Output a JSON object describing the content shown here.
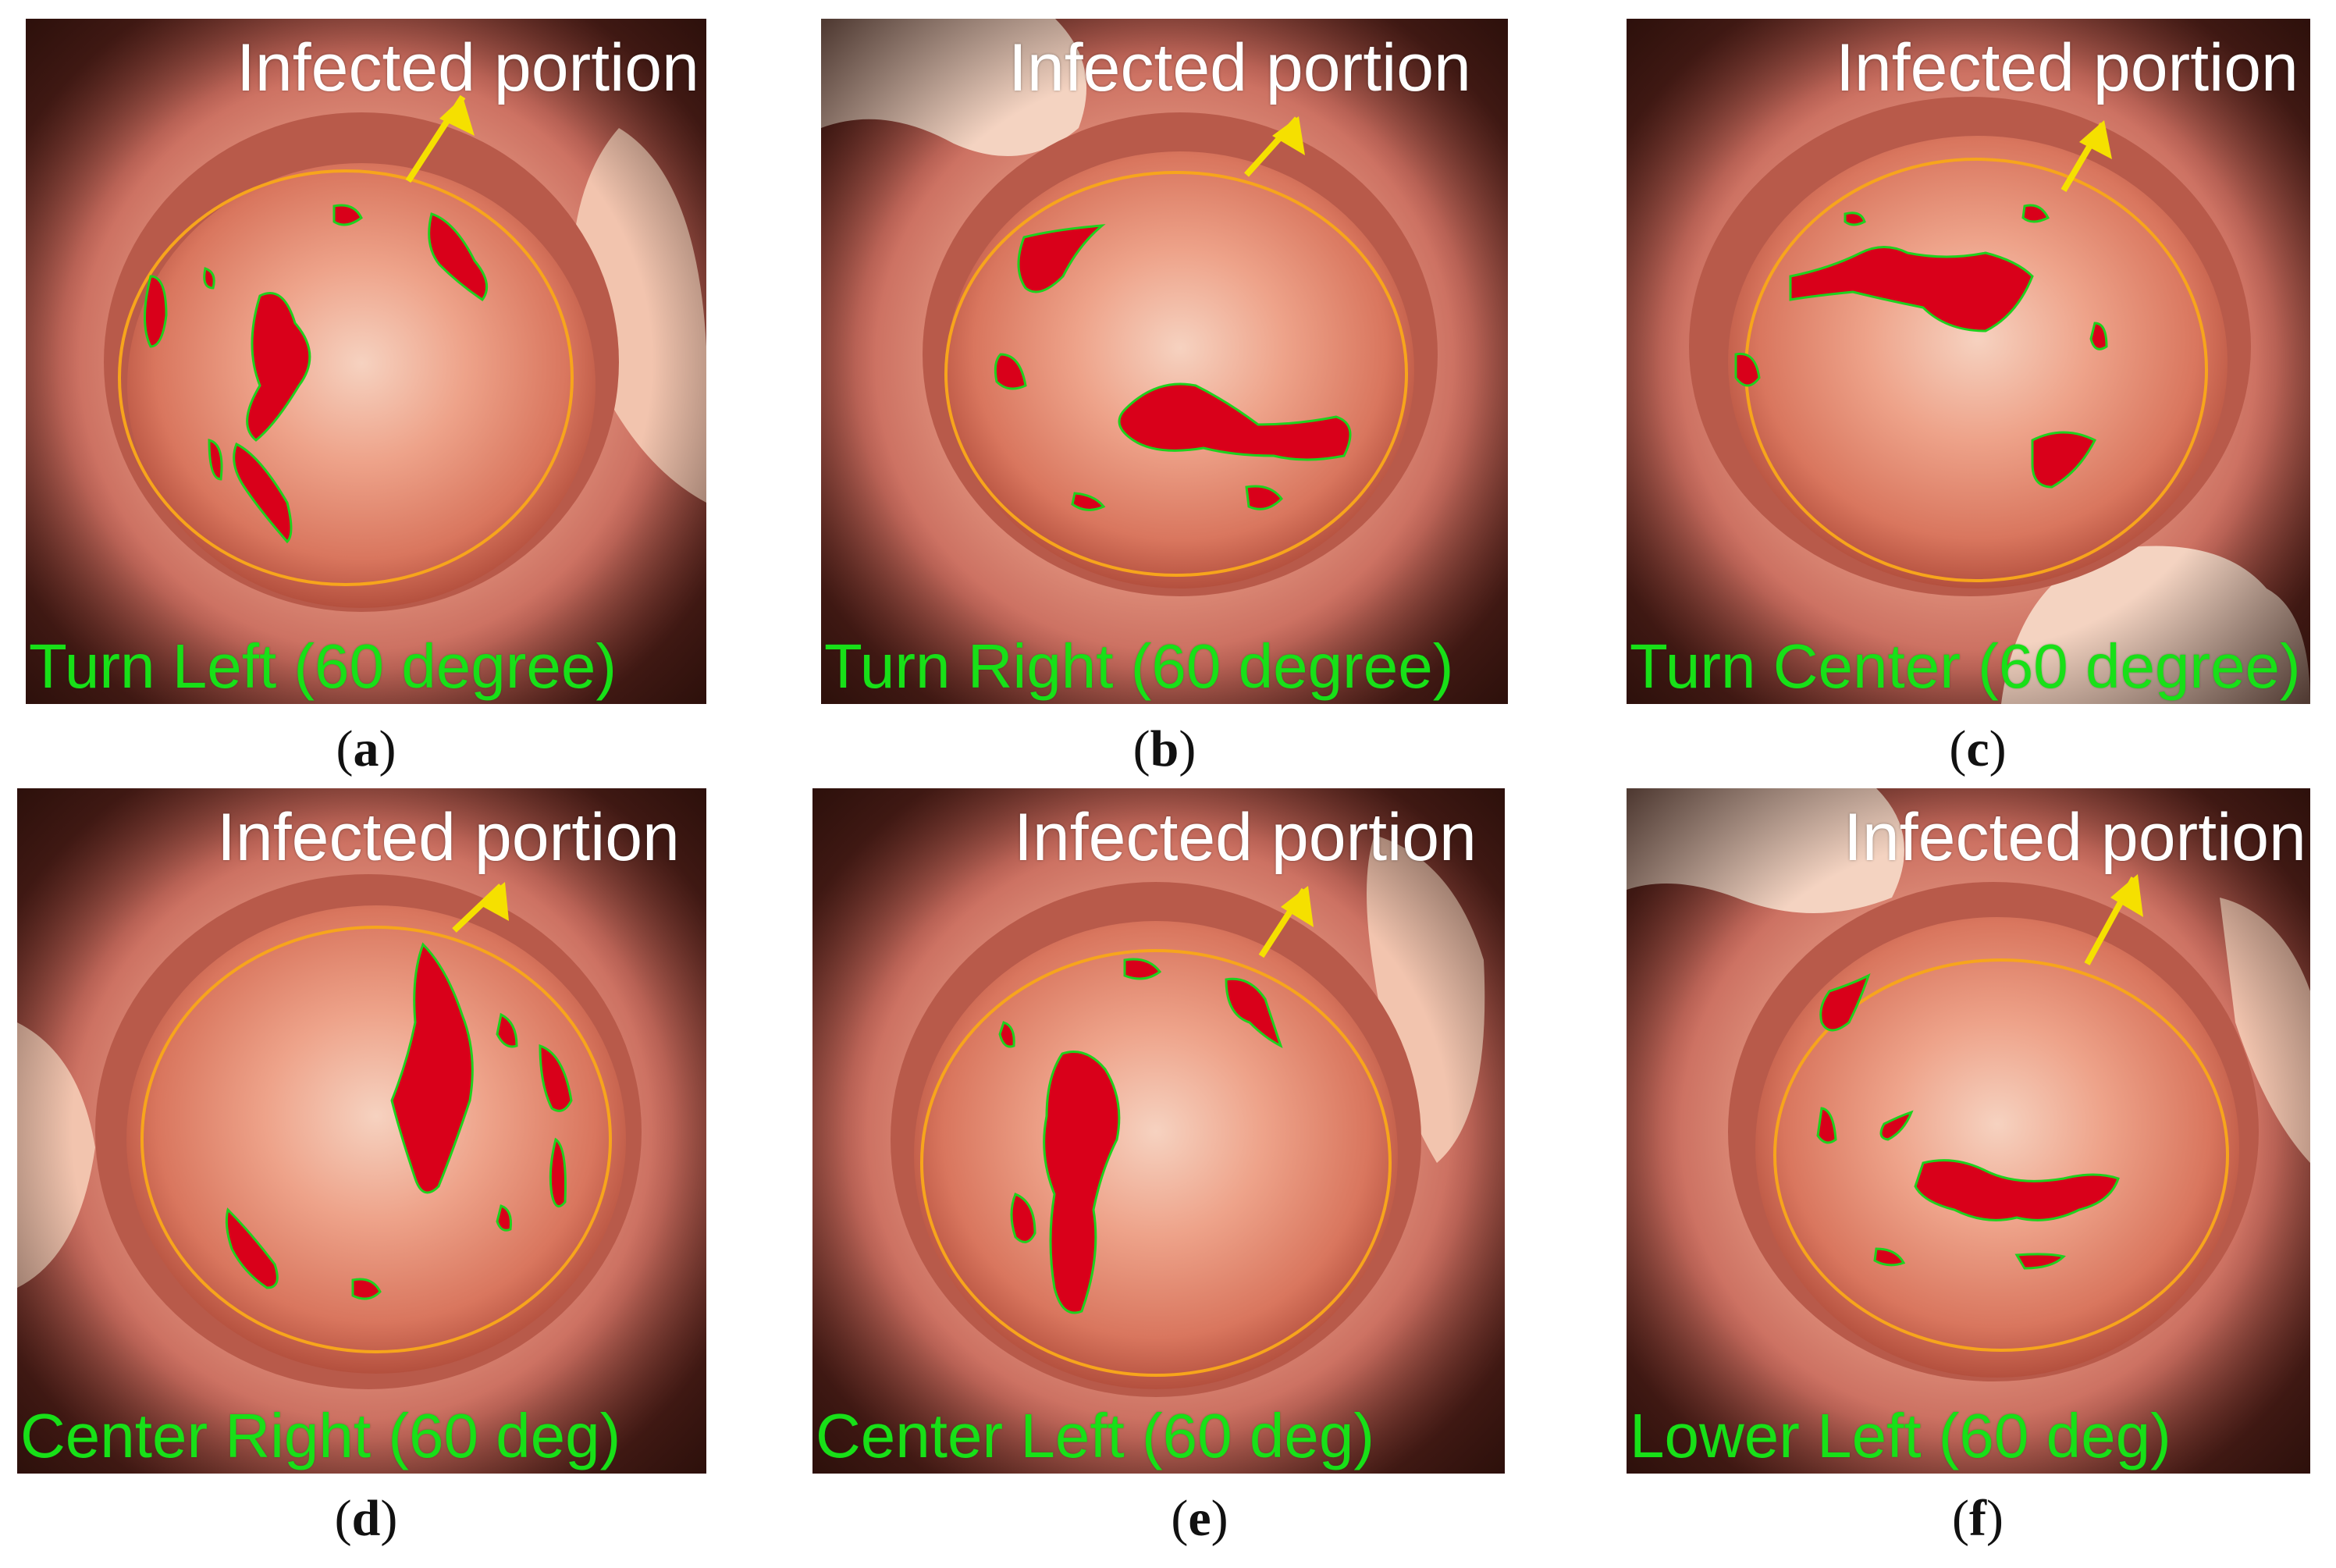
{
  "colors": {
    "ellipse": "#f7a51c",
    "arrow": "#f5e000",
    "region_outline": "#1ed11e",
    "region_fill": "#d9001a",
    "label_text": "#18e018",
    "title_text": "#ffffff"
  },
  "panels": [
    {
      "title": "Infected portion",
      "label": "Turn Left (60 degree)",
      "caption_letter": "a"
    },
    {
      "title": "Infected portion",
      "label": "Turn Right (60 degree)",
      "caption_letter": "b"
    },
    {
      "title": "Infected portion",
      "label": "Turn Center (60 degree)",
      "caption_letter": "c"
    },
    {
      "title": "Infected portion",
      "label": "Center Right (60 deg)",
      "caption_letter": "d"
    },
    {
      "title": "Infected portion",
      "label": "Center Left (60 deg)",
      "caption_letter": "e"
    },
    {
      "title": "Infected portion",
      "label": "Lower Left (60 deg)",
      "caption_letter": "f"
    }
  ]
}
